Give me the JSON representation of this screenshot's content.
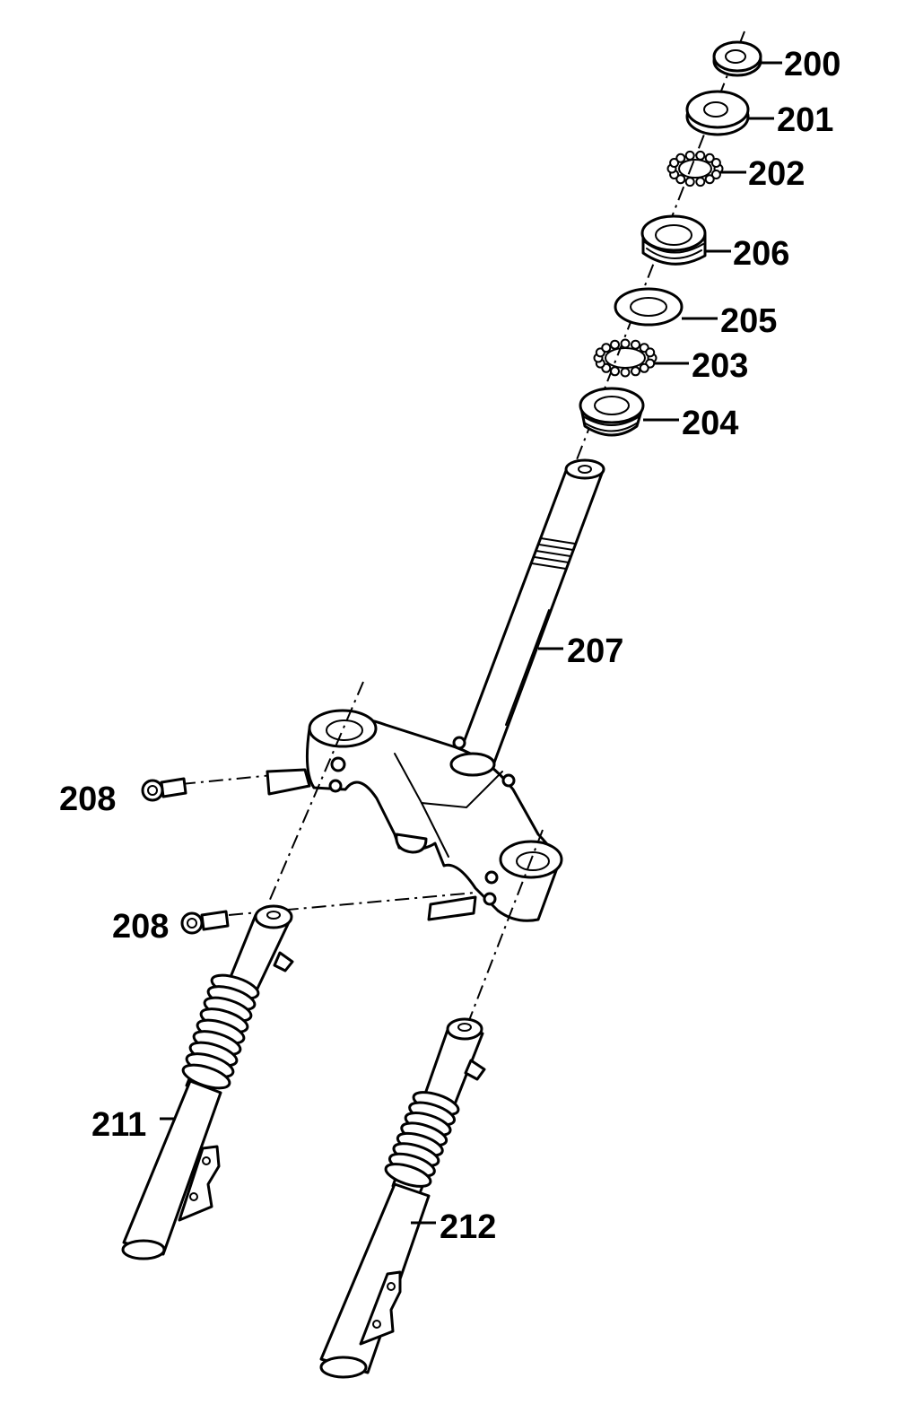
{
  "callouts": {
    "c200": "200",
    "c201": "201",
    "c202": "202",
    "c206": "206",
    "c205": "205",
    "c203": "203",
    "c204": "204",
    "c207": "207",
    "c208a": "208",
    "c208b": "208",
    "c211": "211",
    "c212": "212"
  },
  "colors": {
    "ink": "#000000",
    "paper": "#ffffff"
  }
}
